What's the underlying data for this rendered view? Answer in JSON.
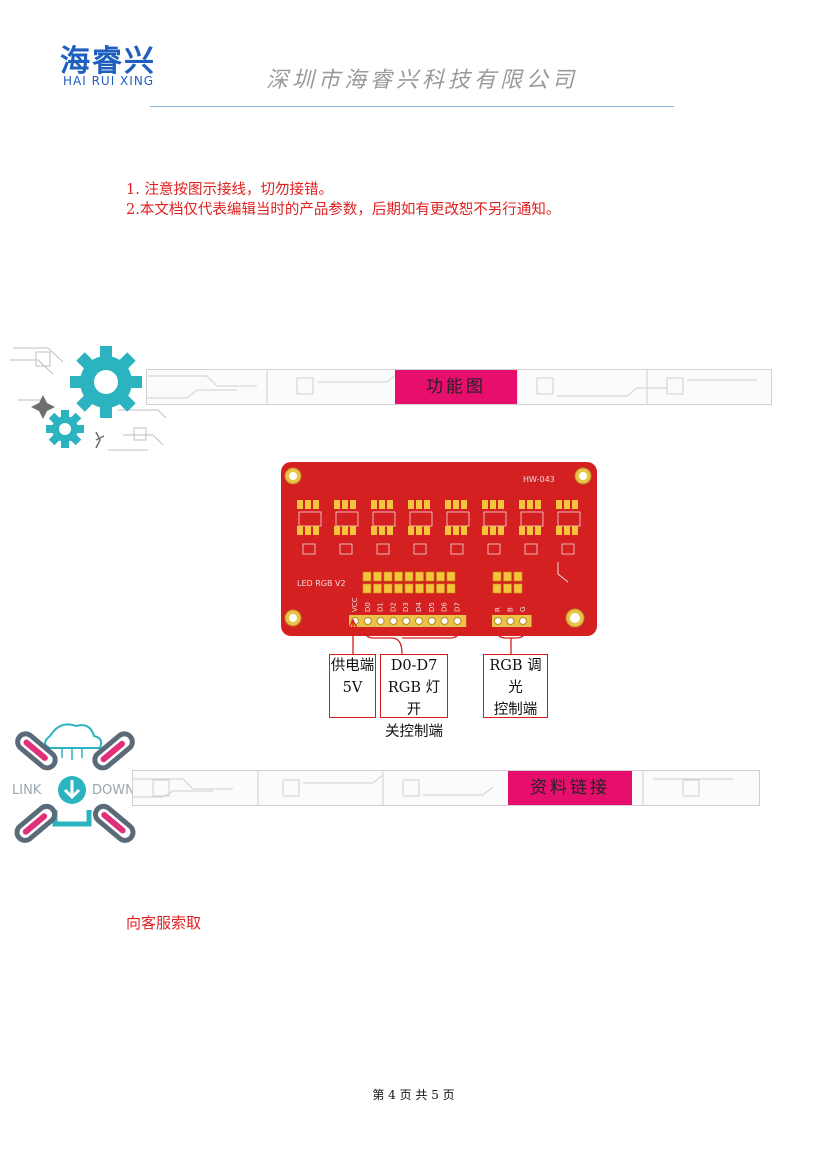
{
  "header": {
    "logo_cn": "海睿兴",
    "logo_en": "HAI RUI XING",
    "company": "深圳市海睿兴科技有限公司"
  },
  "notes": [
    "1. 注意按图示接线，切勿接错。",
    "2.本文档仅代表编辑当时的产品参数，后期如有更改恕不另行通知。"
  ],
  "section1": {
    "label": "功能图"
  },
  "pcb": {
    "model": "HW-043",
    "board_label": "LED RGB V2",
    "pins_left": [
      "VCC",
      "D0",
      "D1",
      "D2",
      "D3",
      "D4",
      "D5",
      "D6",
      "D7"
    ],
    "pins_right": [
      "R",
      "B",
      "G"
    ]
  },
  "callouts": {
    "vcc": [
      "供电端",
      "5V"
    ],
    "d07": [
      "D0-D7",
      "RGB 灯开",
      "关控制端"
    ],
    "rgb": [
      "RGB 调光",
      "控制端"
    ]
  },
  "section2": {
    "label": "资料链接",
    "deco_left": "LINK",
    "deco_right": "DOWN"
  },
  "request_text": "向客服索取",
  "footer": "第 4 页 共 5 页",
  "colors": {
    "accent": "#e60f6e",
    "note_red": "#e02020",
    "pcb_red": "#d42020",
    "logo_blue": "#1f5fbf",
    "gear_teal": "#2bb3c0"
  }
}
